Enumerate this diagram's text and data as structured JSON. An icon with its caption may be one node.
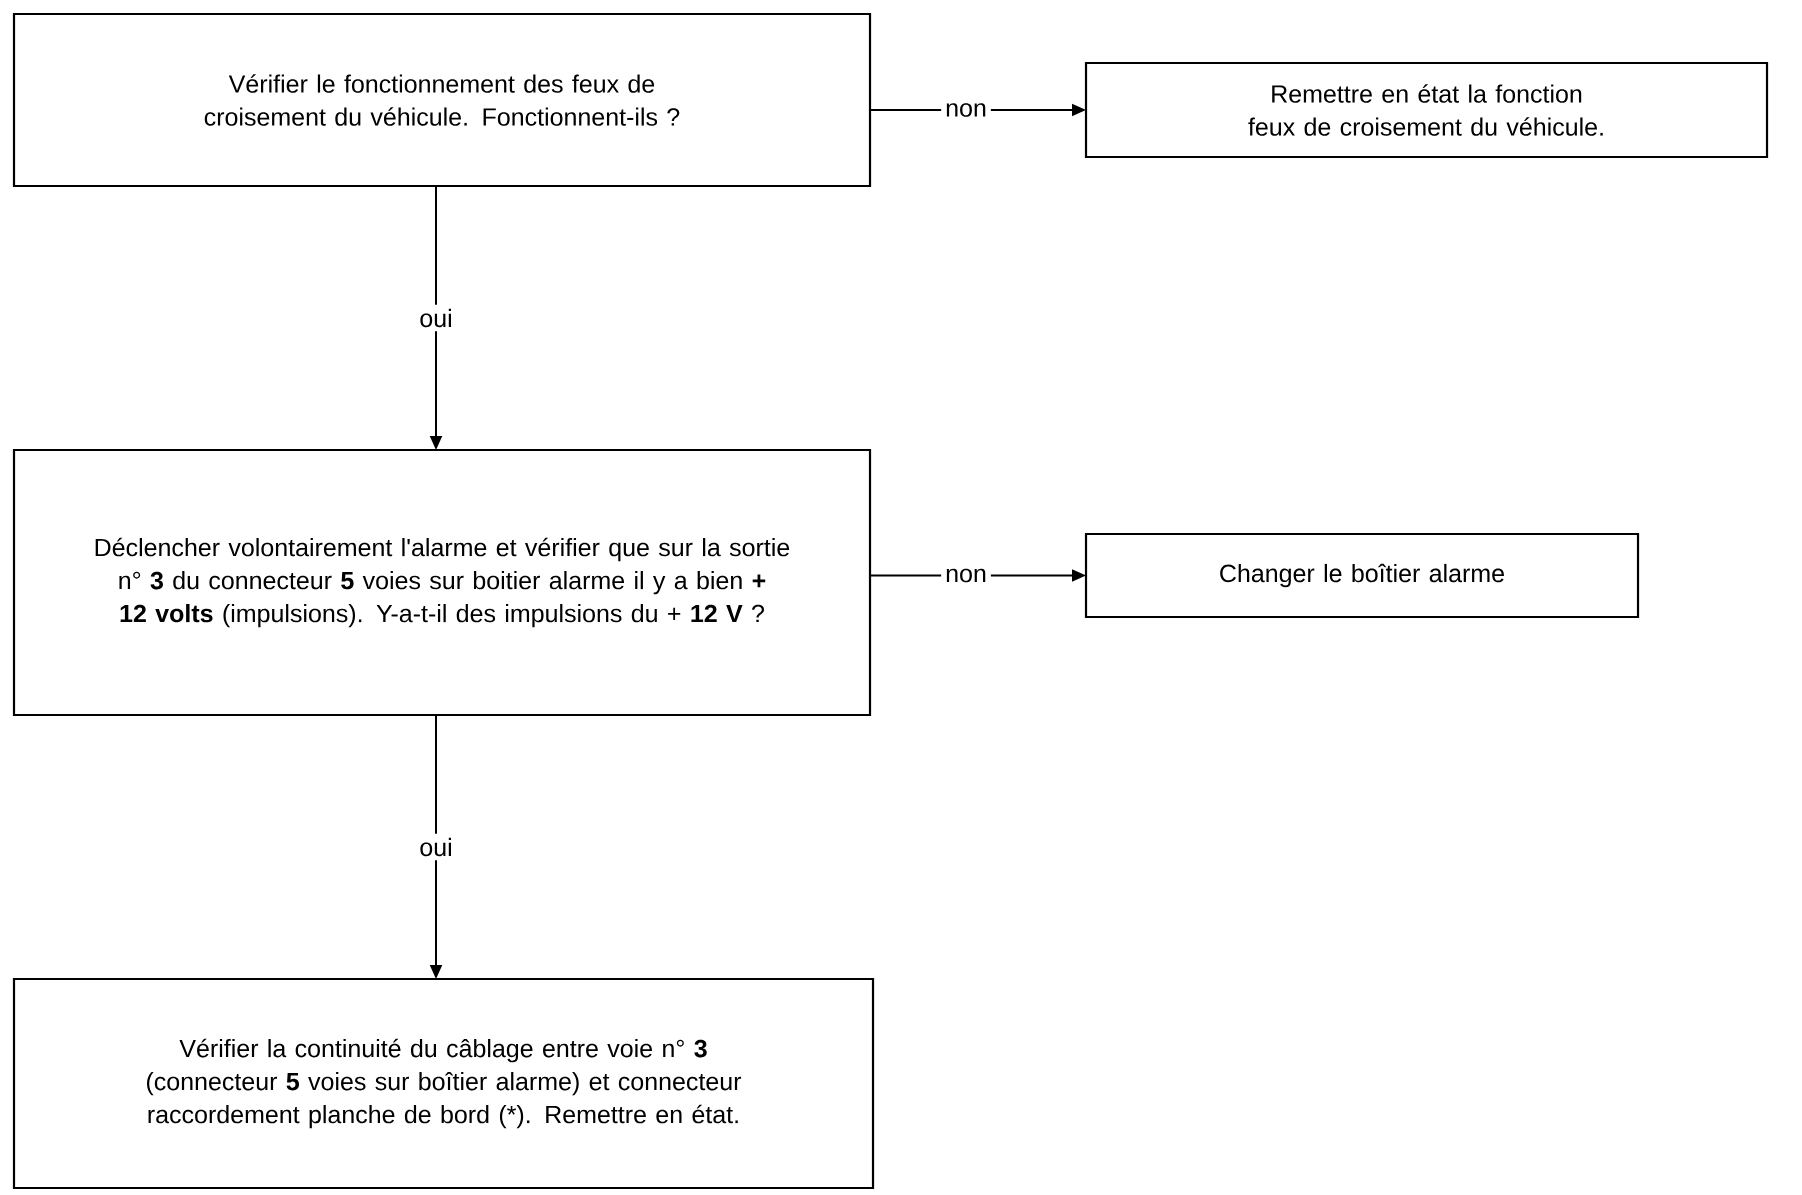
{
  "diagram": {
    "nodes": [
      {
        "text": [
          "Vérifier le fonctionnement des feux de croisement du véhicule. Fonctionnent-ils ?"
        ]
      },
      {
        "text": [
          "Remettre en état la fonction feux de croisement du véhicule."
        ]
      },
      {
        "text": [
          "Déclencher volontairement l'alarme et vérifier que sur la sortie n° **3** du connecteur **5** voies sur boitier alarme il y a bien **+ 12 volts** (impulsions). Y-a-t-il des impulsions du + **12 V** ?"
        ]
      },
      {
        "text": [
          "Changer le boîtier alarme"
        ]
      },
      {
        "text": [
          "Vérifier la continuité du câblage entre voie n° **3** (connecteur **5** voies sur boîtier alarme) et connecteur raccordement planche de bord (*). Remettre en état."
        ]
      }
    ],
    "edges": [
      {
        "from": 0,
        "to": 1,
        "arrow": "to",
        "label": "non"
      },
      {
        "from": 0,
        "to": 2,
        "arrow": "to",
        "label": "oui"
      },
      {
        "from": 2,
        "to": 3,
        "arrow": "to",
        "label": "non"
      },
      {
        "from": 2,
        "to": 4,
        "arrow": "to",
        "label": "oui"
      }
    ]
  }
}
